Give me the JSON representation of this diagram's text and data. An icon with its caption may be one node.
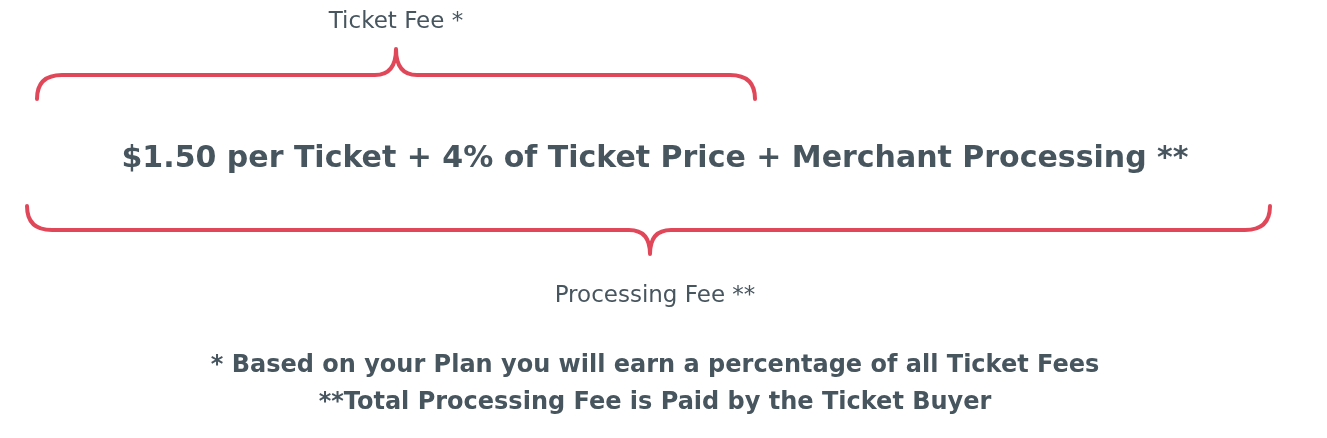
{
  "diagram": {
    "labels": [
      "Ticket Fee *",
      "$1.50 per Ticket + 4% of Ticket Price + Merchant Processing **",
      "Processing Fee **",
      "* Based on your Plan you will earn a percentage of all Ticket Fees",
      "**Total Processing Fee is Paid by the Ticket Buyer"
    ]
  }
}
